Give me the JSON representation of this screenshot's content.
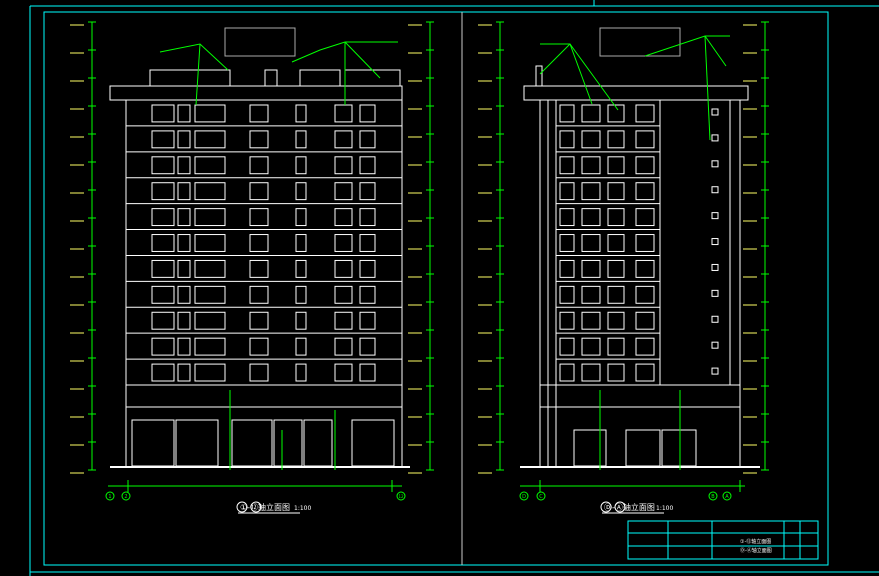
{
  "drawing": {
    "background": "#000000",
    "colors": {
      "frame": "#00ffff",
      "building": "#ffffff",
      "dim": "#00ff00",
      "annot": "#ffff00",
      "grid_bubble": "#00ff00",
      "red": "#ff3333"
    },
    "left_view": {
      "title": "①-⑫轴立面图",
      "scale": "1:100",
      "axis_left_1": "1",
      "axis_left_2": "2",
      "axis_right": "12"
    },
    "right_view": {
      "title": "Ⓓ-Ⓐ轴立面图",
      "scale": "1:100",
      "axis_labels": [
        "D",
        "C",
        "B",
        "A"
      ]
    },
    "title_block": {
      "rows": [
        "①-⑫轴立面图",
        "Ⓓ-Ⓐ轴立面图"
      ]
    }
  }
}
